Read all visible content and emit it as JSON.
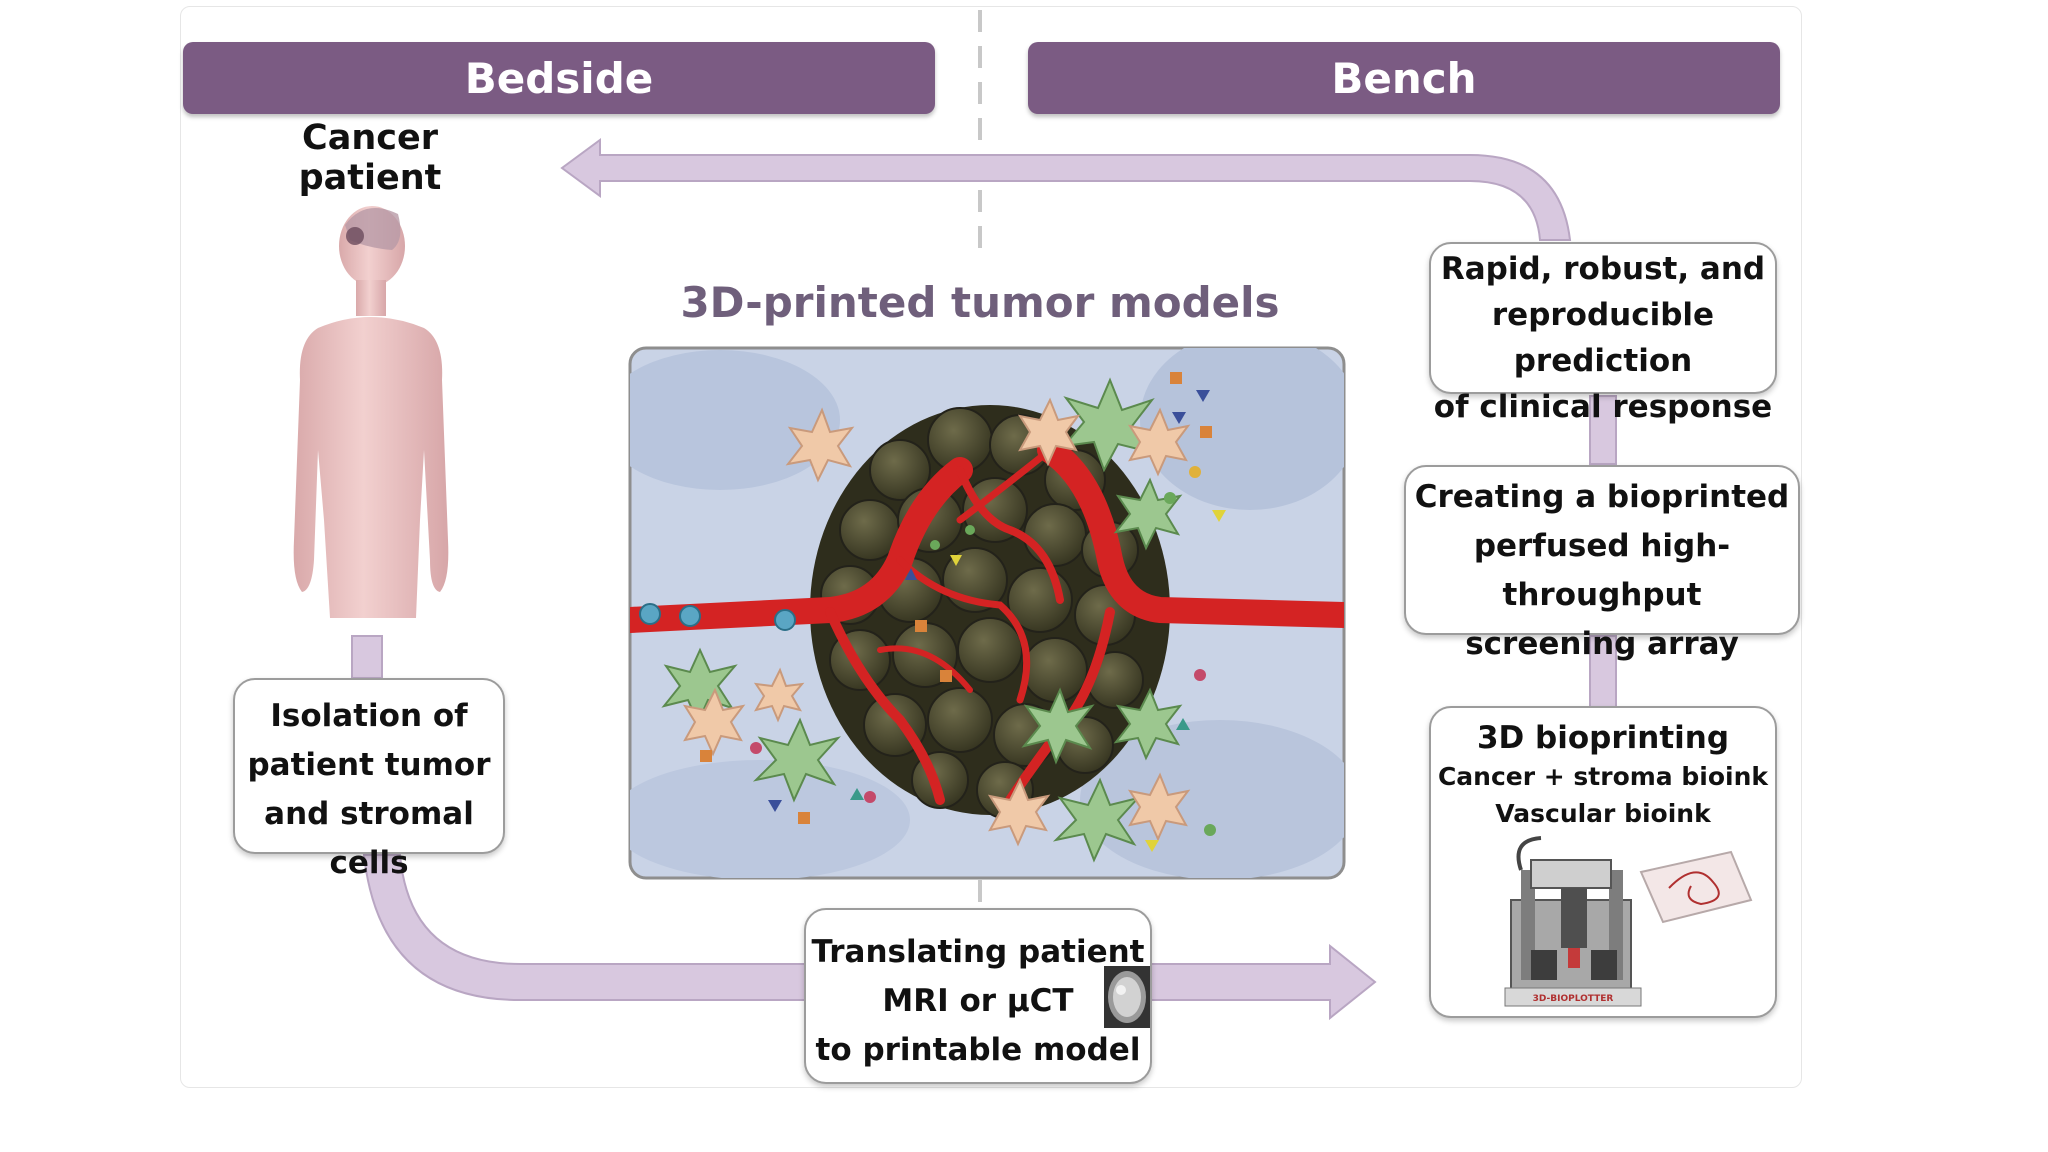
{
  "headers": {
    "left": "Bedside",
    "right": "Bench"
  },
  "patient_label": "Cancer\npatient",
  "center_title": "3D-printed tumor models",
  "boxes": {
    "prediction": "Rapid, robust, and\nreproducible prediction\nof clinical response",
    "array": "Creating a bioprinted\nperfused high-throughput\nscreening array",
    "isolation": "Isolation of\npatient tumor\nand stromal cells",
    "translating": "Translating patient\nMRI or µCT\nto printable model",
    "bioprinting": {
      "title": "3D bioprinting",
      "line1": "Cancer + stroma bioink",
      "line2": "Vascular bioink"
    }
  },
  "printer_label": "3D-BIOPLOTTER",
  "colors": {
    "banner": "#7b5b83",
    "arrow": "#d8c8df",
    "arrow_stroke": "#b9a6c3",
    "tumor": "#4b4a33",
    "vessel": "#d42323",
    "body": "#edc4c4",
    "title_text": "#6f5f7b"
  },
  "icons": [
    "human-silhouette",
    "brain-scan-thumbnail",
    "bioprinter-machine",
    "tumor-illustration"
  ]
}
